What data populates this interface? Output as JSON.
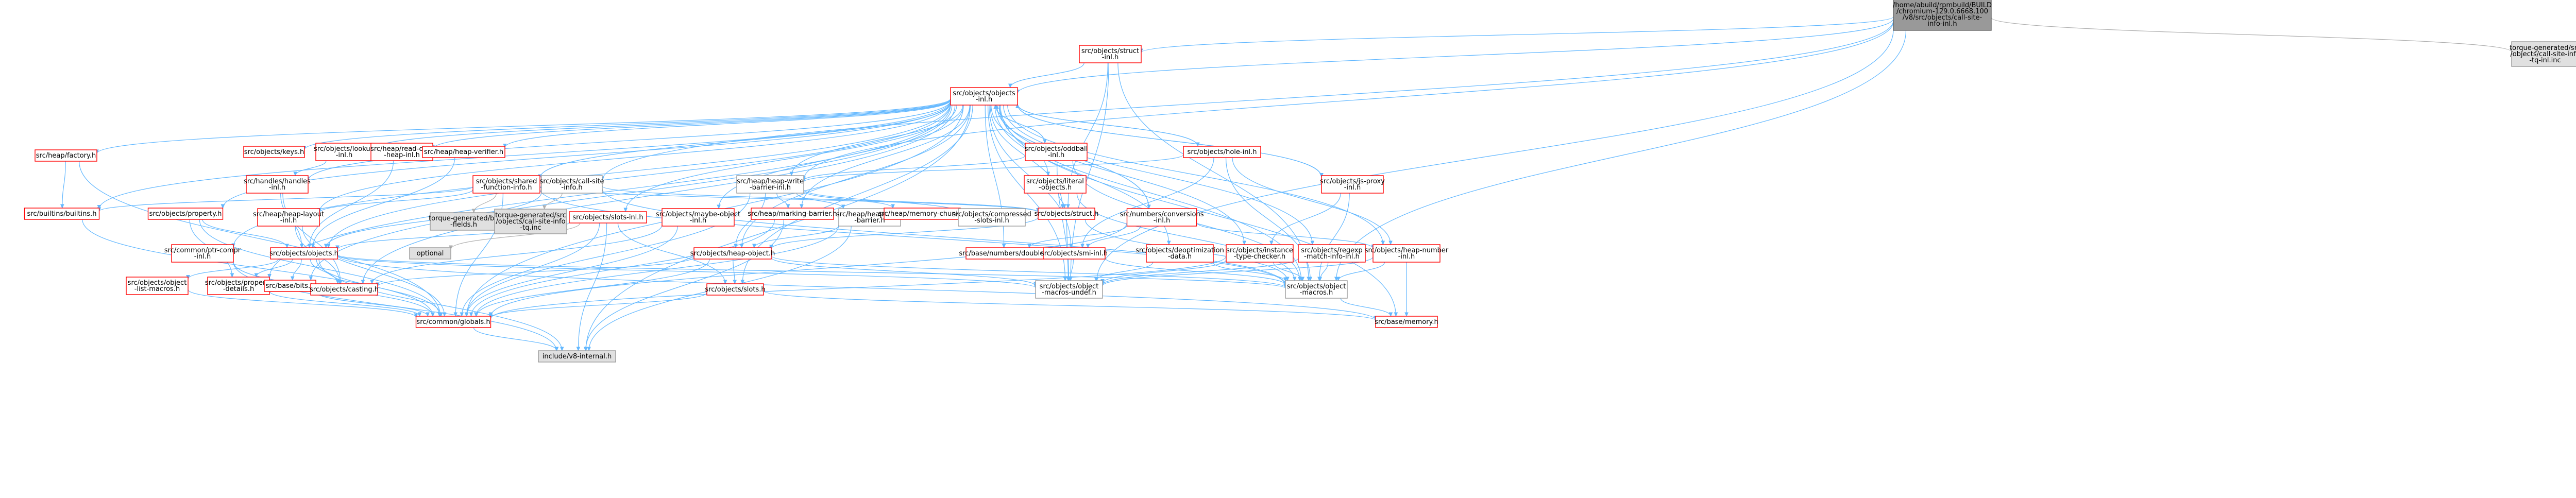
{
  "graph": {
    "colors": {
      "edge": "#63b8ff",
      "edge_alt": "#b0b0b0",
      "root_fill": "#999999",
      "node_border_red": "#ff0000",
      "node_border_grey": "#999999",
      "external_fill": "#e0e0e0",
      "text": "#000000"
    },
    "nodes": [
      {
        "id": "root",
        "label": [
          "/home/abuild/rpmbuild/BUILD",
          "/chromium-129.0.6668.100",
          "/v8/src/objects/call-site-",
          "info-inl.h"
        ],
        "kind": "root"
      },
      {
        "id": "struct_inl",
        "label": [
          "src/objects/struct",
          "-inl.h"
        ],
        "kind": "red"
      },
      {
        "id": "tq_call_site",
        "label": [
          "torque-generated/src",
          "/objects/call-site-info",
          "-tq-inl.inc"
        ],
        "kind": "ext"
      },
      {
        "id": "objects_inl",
        "label": [
          "src/objects/objects",
          "-inl.h"
        ],
        "kind": "red"
      },
      {
        "id": "keys",
        "label": [
          "src/objects/keys.h"
        ],
        "kind": "red"
      },
      {
        "id": "lookup_inl",
        "label": [
          "src/objects/lookup",
          "-inl.h"
        ],
        "kind": "red"
      },
      {
        "id": "read_only_heap",
        "label": [
          "src/heap/read-only",
          "-heap-inl.h"
        ],
        "kind": "red"
      },
      {
        "id": "heap_verifier",
        "label": [
          "src/heap/heap-verifier.h"
        ],
        "kind": "red"
      },
      {
        "id": "oddball_inl",
        "label": [
          "src/objects/oddball",
          "-inl.h"
        ],
        "kind": "red"
      },
      {
        "id": "hole_inl",
        "label": [
          "src/objects/hole-inl.h"
        ],
        "kind": "red"
      },
      {
        "id": "factory",
        "label": [
          "src/heap/factory.h"
        ],
        "kind": "red"
      },
      {
        "id": "handles_inl",
        "label": [
          "src/handles/handles",
          "-inl.h"
        ],
        "kind": "red"
      },
      {
        "id": "shared_fi",
        "label": [
          "src/objects/shared",
          "-function-info.h"
        ],
        "kind": "red"
      },
      {
        "id": "call_site_info",
        "label": [
          "src/objects/call-site",
          "-info.h"
        ],
        "kind": "grey"
      },
      {
        "id": "heap_write_barrier_inl",
        "label": [
          "src/heap/heap-write",
          "-barrier-inl.h"
        ],
        "kind": "grey"
      },
      {
        "id": "literal_objects",
        "label": [
          "src/objects/literal",
          "-objects.h"
        ],
        "kind": "red"
      },
      {
        "id": "js_proxy_inl",
        "label": [
          "src/objects/js-proxy",
          "-inl.h"
        ],
        "kind": "red"
      },
      {
        "id": "builtins",
        "label": [
          "src/builtins/builtins.h"
        ],
        "kind": "red"
      },
      {
        "id": "property",
        "label": [
          "src/objects/property.h"
        ],
        "kind": "red"
      },
      {
        "id": "heap_layout_inl",
        "label": [
          "src/heap/heap-layout",
          "-inl.h"
        ],
        "kind": "red"
      },
      {
        "id": "tq_bit_fields",
        "label": [
          "torque-generated/bit",
          "-fields.h"
        ],
        "kind": "ext"
      },
      {
        "id": "tq_call_site_tq",
        "label": [
          "torque-generated/src",
          "/objects/call-site-info",
          "-tq.inc"
        ],
        "kind": "ext"
      },
      {
        "id": "slots_inl",
        "label": [
          "src/objects/slots-inl.h"
        ],
        "kind": "red"
      },
      {
        "id": "maybe_object_inl",
        "label": [
          "src/objects/maybe-object",
          "-inl.h"
        ],
        "kind": "red"
      },
      {
        "id": "marking_barrier",
        "label": [
          "src/heap/marking-barrier.h"
        ],
        "kind": "red"
      },
      {
        "id": "heap_write_barrier",
        "label": [
          "src/heap/heap-write",
          "-barrier.h"
        ],
        "kind": "grey"
      },
      {
        "id": "memory_chunk",
        "label": [
          "src/heap/memory-chunk.h"
        ],
        "kind": "red"
      },
      {
        "id": "compressed_slots",
        "label": [
          "src/objects/compressed",
          "-slots-inl.h"
        ],
        "kind": "grey"
      },
      {
        "id": "struct_h",
        "label": [
          "src/objects/struct.h"
        ],
        "kind": "red"
      },
      {
        "id": "numbers_conv",
        "label": [
          "src/numbers/conversions",
          "-inl.h"
        ],
        "kind": "red"
      },
      {
        "id": "ptr_compr",
        "label": [
          "src/common/ptr-compr",
          "-inl.h"
        ],
        "kind": "red"
      },
      {
        "id": "objects_h",
        "label": [
          "src/objects/objects.h"
        ],
        "kind": "red"
      },
      {
        "id": "optional",
        "label": [
          "optional"
        ],
        "kind": "ext"
      },
      {
        "id": "heap_object",
        "label": [
          "src/objects/heap-object.h"
        ],
        "kind": "red"
      },
      {
        "id": "base_double",
        "label": [
          "src/base/numbers/double.h"
        ],
        "kind": "red"
      },
      {
        "id": "smi_inl",
        "label": [
          "src/objects/smi-inl.h"
        ],
        "kind": "red"
      },
      {
        "id": "deopt_data",
        "label": [
          "src/objects/deoptimization",
          "-data.h"
        ],
        "kind": "red"
      },
      {
        "id": "instance_type_checker",
        "label": [
          "src/objects/instance",
          "-type-checker.h"
        ],
        "kind": "red"
      },
      {
        "id": "regexp_match",
        "label": [
          "src/objects/regexp",
          "-match-info-inl.h"
        ],
        "kind": "red"
      },
      {
        "id": "heap_number_inl",
        "label": [
          "src/objects/heap-number",
          "-inl.h"
        ],
        "kind": "red"
      },
      {
        "id": "object_list_macros",
        "label": [
          "src/objects/object",
          "-list-macros.h"
        ],
        "kind": "red"
      },
      {
        "id": "property_details",
        "label": [
          "src/objects/property",
          "-details.h"
        ],
        "kind": "red"
      },
      {
        "id": "base_bits",
        "label": [
          "src/base/bits.h"
        ],
        "kind": "red"
      },
      {
        "id": "casting",
        "label": [
          "src/objects/casting.h"
        ],
        "kind": "red"
      },
      {
        "id": "slots_h",
        "label": [
          "src/objects/slots.h"
        ],
        "kind": "red"
      },
      {
        "id": "object_macros_undef",
        "label": [
          "src/objects/object",
          "-macros-undef.h"
        ],
        "kind": "grey"
      },
      {
        "id": "object_macros",
        "label": [
          "src/objects/object",
          "-macros.h"
        ],
        "kind": "grey"
      },
      {
        "id": "globals",
        "label": [
          "src/common/globals.h"
        ],
        "kind": "red"
      },
      {
        "id": "base_memory",
        "label": [
          "src/base/memory.h"
        ],
        "kind": "red"
      },
      {
        "id": "v8_internal",
        "label": [
          "include/v8-internal.h"
        ],
        "kind": "ext"
      }
    ]
  }
}
